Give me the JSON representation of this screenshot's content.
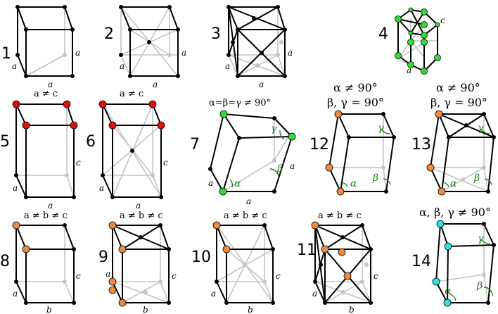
{
  "cells": [
    {
      "number": "1"
    },
    {
      "number": "2"
    },
    {
      "number": "3"
    },
    {
      "number": "4",
      "labels": {
        "a": "a",
        "c": "c"
      }
    },
    {
      "number": "5",
      "condition": "a ≠ c"
    },
    {
      "number": "6",
      "condition": "a ≠ c"
    },
    {
      "number": "7",
      "condition": "α=β=γ ≠ 90°"
    },
    {
      "number": "12",
      "condition_line1": "α ≠ 90°",
      "condition_line2": "β, γ = 90°"
    },
    {
      "number": "13",
      "condition_line1": "α ≠ 90°",
      "condition_line2": "β, γ = 90°"
    },
    {
      "number": "8",
      "condition": "a ≠ b ≠ c"
    },
    {
      "number": "9",
      "condition": "a ≠ b ≠ c"
    },
    {
      "number": "10",
      "condition": "a ≠ b ≠ c"
    },
    {
      "number": "11",
      "condition": "a ≠ b ≠ c"
    },
    {
      "number": "14",
      "condition": "α, β, γ ≠ 90°"
    }
  ],
  "symbols": {
    "a": "a",
    "b": "b",
    "c": "c",
    "alpha": "α",
    "beta": "β",
    "gamma": "γ"
  },
  "colors": {
    "edge": "#000000",
    "hidden": "#c4c4c4",
    "node": "#000000",
    "red": "#dd1111",
    "green": "#33dd33",
    "orange": "#f08a3c",
    "cyan": "#33dddd",
    "angle": "#1f7a1f"
  }
}
